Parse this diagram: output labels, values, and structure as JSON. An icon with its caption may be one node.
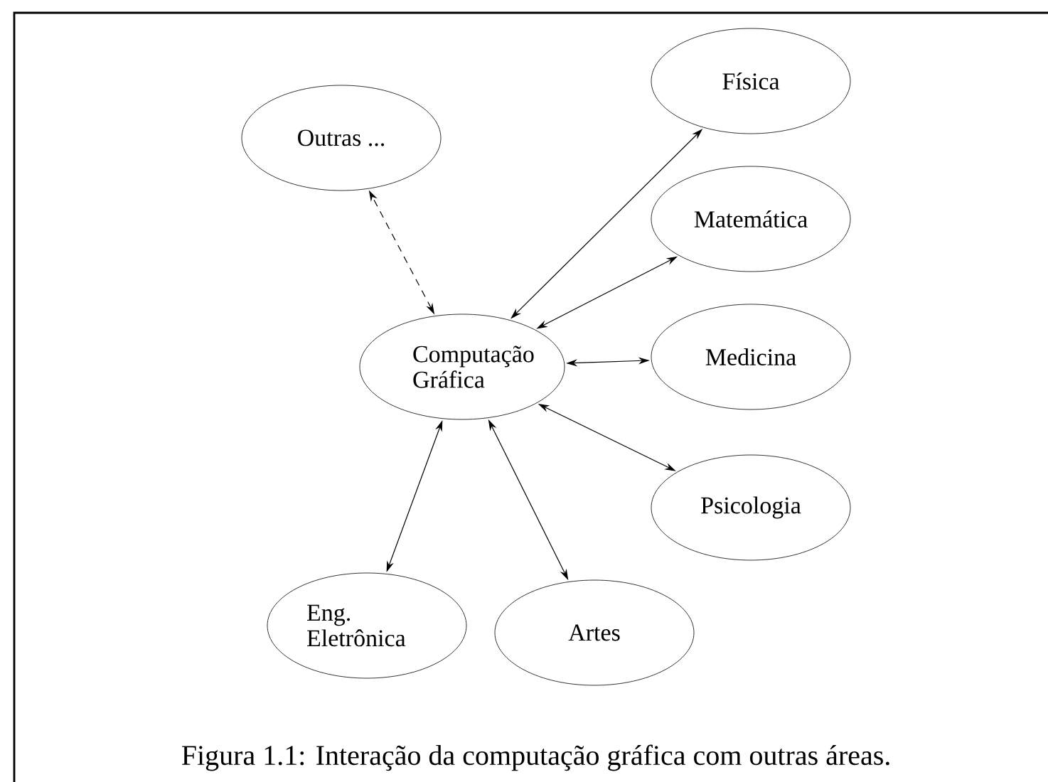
{
  "diagram": {
    "caption": "Figura 1.1: Interação da computação gráfica com outras áreas.",
    "nodes": [
      {
        "text": [
          "Outras ..."
        ]
      },
      {
        "text": [
          "Física"
        ]
      },
      {
        "text": [
          "Matemática"
        ]
      },
      {
        "text": [
          "Computação Gráfica"
        ]
      },
      {
        "text": [
          "Medicina"
        ]
      },
      {
        "text": [
          "Psicologia"
        ]
      },
      {
        "text": [
          "Eng. Eletrônica"
        ]
      },
      {
        "text": [
          "Artes"
        ]
      }
    ],
    "edges": [
      {
        "from": 3,
        "to": 0,
        "arrow": "both",
        "style": "dashed"
      },
      {
        "from": 3,
        "to": 1,
        "arrow": "both"
      },
      {
        "from": 3,
        "to": 2,
        "arrow": "both"
      },
      {
        "from": 3,
        "to": 4,
        "arrow": "both"
      },
      {
        "from": 3,
        "to": 5,
        "arrow": "both"
      },
      {
        "from": 3,
        "to": 6,
        "arrow": "both"
      },
      {
        "from": 3,
        "to": 7,
        "arrow": "both"
      }
    ]
  }
}
